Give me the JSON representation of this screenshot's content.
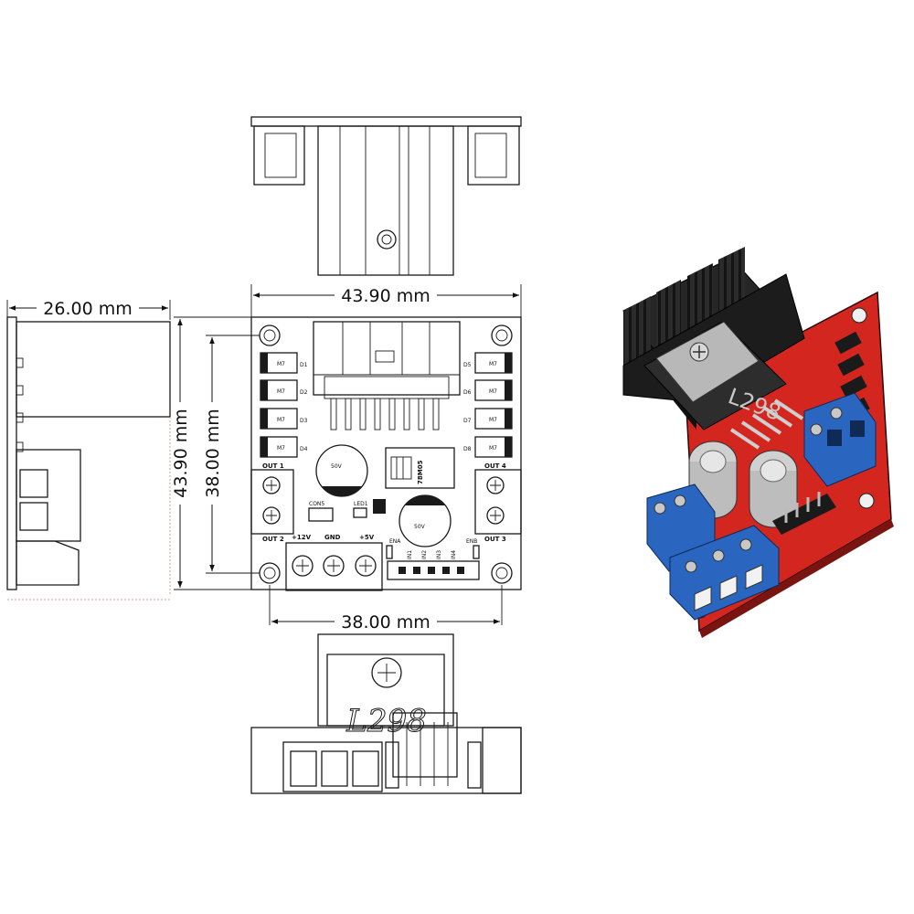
{
  "dimensions": {
    "board_width": "43.90 mm",
    "board_height": "43.90 mm",
    "hole_spacing_x": "38.00 mm",
    "hole_spacing_y": "38.00 mm",
    "side_depth": "26.00 mm"
  },
  "silkscreen": {
    "out1": "OUT 1",
    "out2": "OUT 2",
    "out3": "OUT 3",
    "out4": "OUT 4",
    "v12": "+12V",
    "gnd": "GND",
    "v5": "+5V",
    "ena": "ENA",
    "enb": "ENB",
    "in_pins": [
      "IN1",
      "IN2",
      "IN3",
      "IN4"
    ],
    "diodes_left": [
      "D1",
      "D2",
      "D3",
      "D4"
    ],
    "diodes_right": [
      "D5",
      "D6",
      "D7",
      "D8"
    ],
    "diode_part": "M7",
    "cap_label": "50V",
    "jumper": "CON5",
    "regulator": "78M05",
    "led": "LED1",
    "chip": "L298"
  },
  "colors": {
    "pcb_red": "#d3261f",
    "terminal_blue": "#2a66c0",
    "heatsink_black": "#1c1c1c"
  }
}
